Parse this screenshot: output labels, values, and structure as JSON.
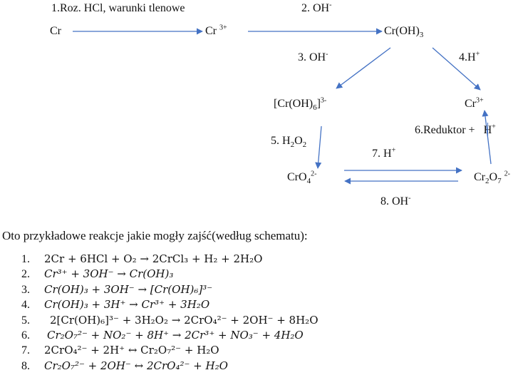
{
  "scheme": {
    "step1": "1.Roz. HCl, warunki tlenowe",
    "step2": {
      "text": "2. OH",
      "sup": "-"
    },
    "step3": {
      "text": "3. OH",
      "sup": "-"
    },
    "step4": {
      "text": "4.H",
      "sup": "+"
    },
    "step5": {
      "pre": "5. H",
      "sub1": "2",
      "mid": "O",
      "sub2": "2"
    },
    "step6": {
      "text": "6.Reduktor +",
      "h": "H",
      "sup": "+"
    },
    "step7": {
      "text": "7. H",
      "sup": "+"
    },
    "step8": {
      "text": "8. OH",
      "sup": "-"
    },
    "nodes": {
      "cr": "Cr",
      "cr3_a": {
        "text": "Cr",
        "sup": "3+"
      },
      "croh3": {
        "text": "Cr(OH)",
        "sub": "3"
      },
      "croh6": {
        "text": "[Cr(OH)",
        "sub": "6",
        "end": "]",
        "sup": "3-"
      },
      "cr3_b": {
        "text": "Cr",
        "sup": "3+"
      },
      "cro4": {
        "text": "CrO",
        "sub": "4",
        "sup": "2-"
      },
      "cr2o7": {
        "text": "Cr",
        "sub1": "2",
        "mid": "O",
        "sub2": "7",
        "sup": "2-"
      }
    }
  },
  "intro": "Oto przykładowe reakcje jakie mogły zajść(według schematu):",
  "reactions": [
    {
      "n": "1.",
      "eq": "2Cr + 6HCl + O₂ → 2CrCl₃ + H₂ + 2H₂O"
    },
    {
      "n": "2.",
      "eq": "Cr³⁺ + 3OH⁻ → Cr(OH)₃"
    },
    {
      "n": "3.",
      "eq": "Cr(OH)₃ + 3OH⁻ → [Cr(OH)₆]³⁻"
    },
    {
      "n": "4.",
      "eq": "Cr(OH)₃ + 3H⁺ → Cr³⁺ + 3H₂O"
    },
    {
      "n": "5.",
      "eq": "2[Cr(OH)₆]³⁻ + 3H₂O₂ → 2CrO₄²⁻ + 2OH⁻ + 8H₂O"
    },
    {
      "n": "6.",
      "eq": "Cr₂O₇²⁻ + NO₂⁻ + 8H⁺ → 2Cr³⁺ + NO₃⁻ + 4H₂O"
    },
    {
      "n": "7.",
      "eq": "2CrO₄²⁻ + 2H⁺ ↔ Cr₂O₇²⁻ + H₂O"
    },
    {
      "n": "8.",
      "eq": "Cr₂O₇²⁻ + 2OH⁻ ↔ 2CrO₄²⁻ + H₂O"
    }
  ],
  "colors": {
    "arrow": "#4472c4",
    "text": "#111111"
  }
}
